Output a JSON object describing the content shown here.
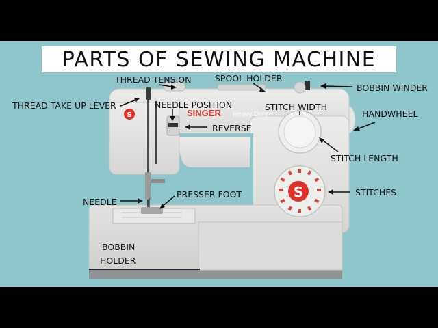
{
  "title": "PARTS OF SEWING MACHINE",
  "brand": {
    "name": "SINGER",
    "model": "Heavy Duty",
    "logo_letter": "S"
  },
  "labels": {
    "thread_tension": "THREAD TENSION",
    "spool_holder": "SPOOL HOLDER",
    "bobbin_winder": "BOBBIN WINDER",
    "thread_take_up_lever": "THREAD TAKE UP LEVER",
    "needle_position": "NEEDLE POSITION",
    "stitch_width": "STITCH WIDTH",
    "handwheel": "HANDWHEEL",
    "reverse": "REVERSE",
    "stitch_length": "STITCH LENGTH",
    "presser_foot": "PRESSER FOOT",
    "needle": "NEEDLE",
    "stitches": "STITCHES",
    "bobbin_holder_line1": "BOBBIN",
    "bobbin_holder_line2": "HOLDER"
  },
  "colors": {
    "background": "#8fc6cc",
    "letterbox": "#000000",
    "machine_body": "#e4e4e2",
    "accent_red": "#e0302a"
  }
}
